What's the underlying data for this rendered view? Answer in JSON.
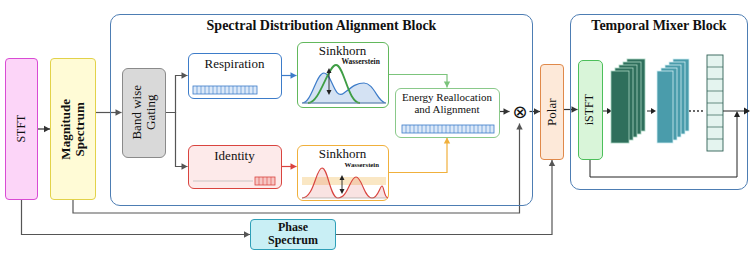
{
  "diagram": {
    "nodes": [
      {
        "text": [
          "STFT"
        ]
      },
      {
        "text": [
          "Magnitude Spectrum"
        ]
      },
      {
        "text": [
          "Spectral Distribution Alignment Block"
        ]
      },
      {
        "text": [
          "Band wise Gating"
        ],
        "in": 2
      },
      {
        "text": [
          "Respiration"
        ],
        "in": 2
      },
      {
        "text": [
          "Identity"
        ],
        "in": 2
      },
      {
        "text": [
          "Sinkhorn",
          "Wasserstein"
        ],
        "in": 2
      },
      {
        "text": [
          "Sinkhorn",
          "Wasserstein"
        ],
        "in": 2
      },
      {
        "text": [
          "Energy Reallocation and Alignment"
        ],
        "in": 2
      },
      {
        "text": [
          "⊗"
        ],
        "in": 2
      },
      {
        "text": [
          "Polar"
        ]
      },
      {
        "text": [
          "Phase Spectrum"
        ]
      },
      {
        "text": [
          "Temporal Mixer Block"
        ]
      },
      {
        "text": [
          "iSTFT"
        ],
        "in": 12
      }
    ],
    "edges": [
      {
        "from": 0,
        "to": 1,
        "arrow": "to"
      },
      {
        "from": 1,
        "to": 3,
        "arrow": "to"
      },
      {
        "from": 3,
        "to": 4,
        "arrow": "to"
      },
      {
        "from": 3,
        "to": 5,
        "arrow": "to"
      },
      {
        "from": 4,
        "to": 6,
        "arrow": "to"
      },
      {
        "from": 5,
        "to": 7,
        "arrow": "to"
      },
      {
        "from": 6,
        "to": 8,
        "arrow": "to"
      },
      {
        "from": 7,
        "to": 8,
        "arrow": "to"
      },
      {
        "from": 8,
        "to": 9,
        "arrow": "to"
      },
      {
        "from": 1,
        "to": 9,
        "arrow": "to"
      },
      {
        "from": 0,
        "to": 11,
        "arrow": "to"
      },
      {
        "from": 11,
        "to": 10,
        "arrow": "to"
      },
      {
        "from": 9,
        "to": 10,
        "arrow": "to"
      },
      {
        "from": 10,
        "to": 13,
        "arrow": "to"
      }
    ]
  }
}
